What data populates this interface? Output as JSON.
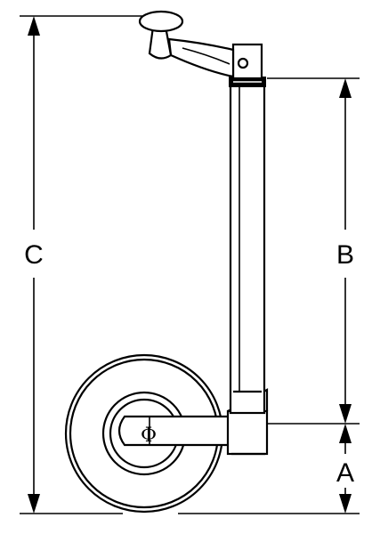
{
  "diagram": {
    "dimension_labels": {
      "a": "A",
      "b": "B",
      "c": "C"
    },
    "diameter_symbol": "Φ",
    "colors": {
      "ink": "#000000",
      "background": "#ffffff"
    }
  }
}
